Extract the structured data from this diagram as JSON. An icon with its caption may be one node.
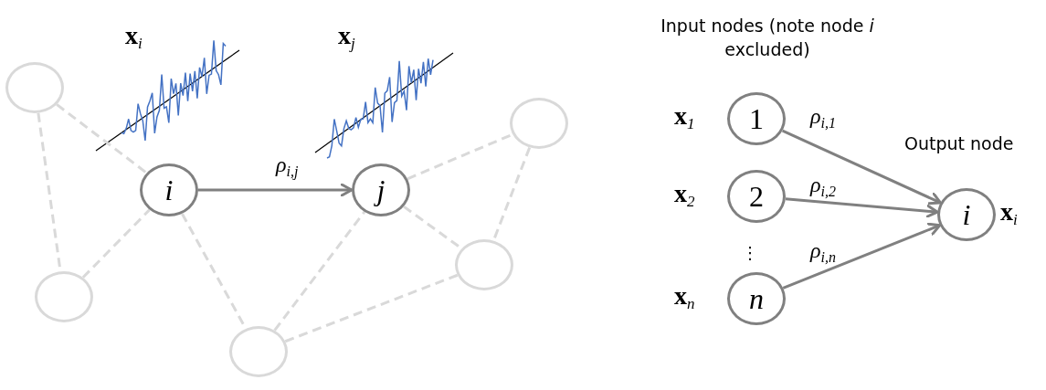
{
  "diagram": {
    "nodes": [
      {
        "text": [],
        "shape": "circle"
      },
      {
        "text": [],
        "shape": "circle"
      },
      {
        "text": [
          "*i*"
        ]
      },
      {
        "text": [
          "*j*"
        ]
      },
      {
        "text": [],
        "shape": "circle"
      },
      {
        "text": [],
        "shape": "circle"
      },
      {
        "text": [],
        "shape": "circle"
      },
      {
        "text": [
          "1"
        ],
        "beside": [
          "**x**$_{1}$"
        ]
      },
      {
        "text": [
          "2"
        ],
        "beside": [
          "**x**$_{2}$"
        ]
      },
      {
        "text": [
          "*n*"
        ],
        "beside": [
          "**x**$_{n}$"
        ]
      },
      {
        "text": [
          "*i*"
        ],
        "beside": [
          "**x**$_{i}$"
        ]
      }
    ],
    "edges": [
      {
        "from": 2,
        "to": 3,
        "arrow": "to",
        "label": "*ρ*$_{i,j}$",
        "color": "#808080"
      },
      {
        "from": 0,
        "to": 2,
        "arrow": "none",
        "style": "dashed"
      },
      {
        "from": 0,
        "to": 5,
        "arrow": "none",
        "style": "dashed"
      },
      {
        "from": 5,
        "to": 2,
        "arrow": "none",
        "style": "dashed"
      },
      {
        "from": 2,
        "to": 6,
        "arrow": "none",
        "style": "dashed"
      },
      {
        "from": 6,
        "to": 3,
        "arrow": "none",
        "style": "dashed"
      },
      {
        "from": 6,
        "to": 4,
        "arrow": "none",
        "style": "dashed"
      },
      {
        "from": 3,
        "to": 4,
        "arrow": "none",
        "style": "dashed"
      },
      {
        "from": 3,
        "to": 1,
        "arrow": "none",
        "style": "dashed"
      },
      {
        "from": 1,
        "to": 4,
        "arrow": "none",
        "style": "dashed"
      },
      {
        "from": 7,
        "to": 10,
        "arrow": "to",
        "label": "*ρ*$_{i,1}$",
        "color": "#808080"
      },
      {
        "from": 8,
        "to": 10,
        "arrow": "to",
        "label": "*ρ*$_{i,2}$",
        "color": "#808080"
      },
      {
        "from": 9,
        "to": 10,
        "arrow": "to",
        "label": "*ρ*$_{i,n}$",
        "color": "#808080"
      }
    ],
    "labels": [
      "**x**$_{i}$",
      "**x**$_{j}$",
      "Input nodes (note node *i* excluded)",
      "Output node",
      "⋮"
    ]
  }
}
